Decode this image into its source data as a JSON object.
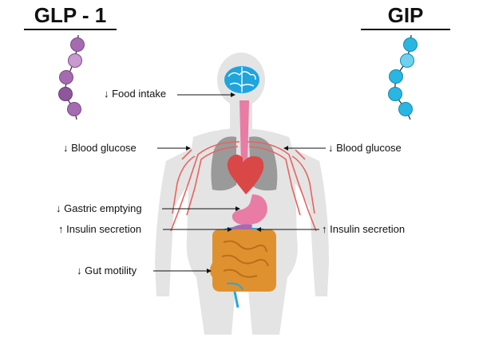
{
  "titles": {
    "left": "GLP - 1",
    "right": "GIP"
  },
  "labels": {
    "food_intake": "↓ Food intake",
    "blood_glucose_left": "↓ Blood glucose",
    "blood_glucose_right": "↓ Blood glucose",
    "gastric_emptying": "↓ Gastric emptying",
    "insulin_left": "↑ Insulin secretion",
    "insulin_right": "↑ Insulin secretion",
    "gut_motility": "↓ Gut motility"
  },
  "colors": {
    "glp1": "#a56bb1",
    "gip": "#29b6e3",
    "body": "#e4e4e4",
    "brain": "#1fa4de",
    "vessels": "#e8635e",
    "heart": "#d94747",
    "lungs": "#9a9a9a",
    "stomach": "#e87ca4",
    "intestine": "#e0912f",
    "pancreas": "#25a8dc"
  }
}
